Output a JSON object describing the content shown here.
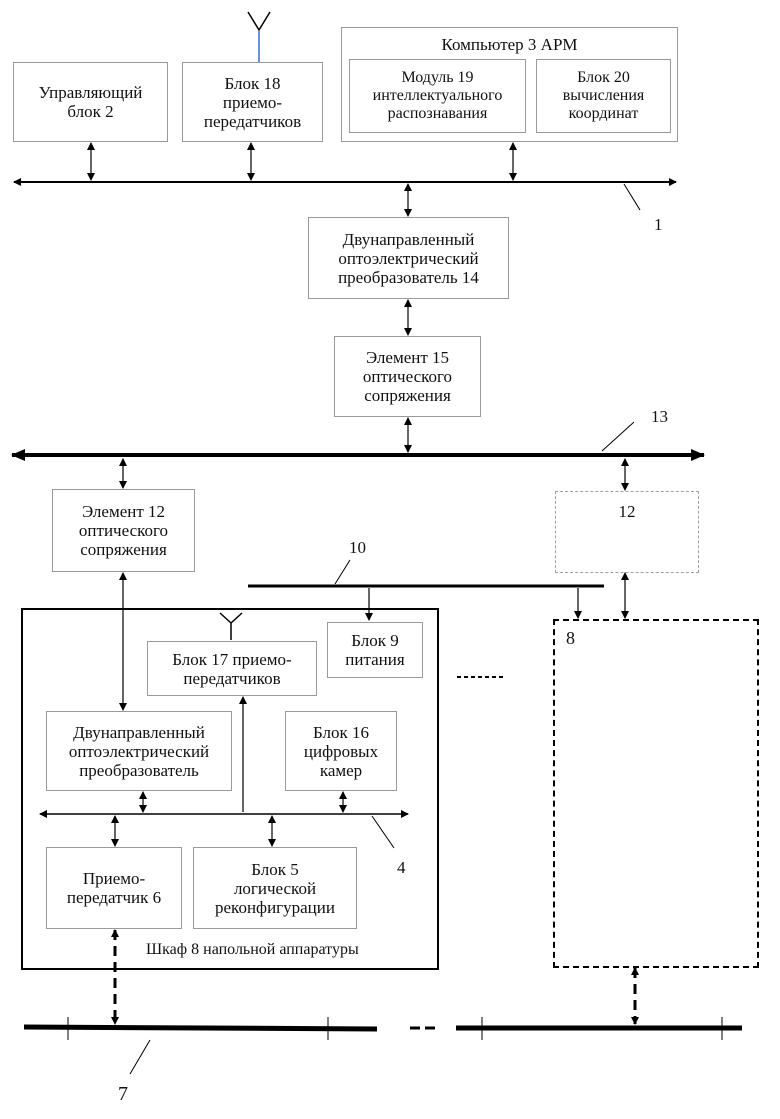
{
  "blocks": {
    "control": "Управляющий\nблок 2",
    "transceivers18": "Блок 18\nприемо-\nпередатчиков",
    "computer": "Компьютер 3 АРМ",
    "module19": "Модуль 19\nинтеллектуального\nраспознавания",
    "block20": "Блок 20\nвычисления\nкоординат",
    "converter14": "Двунаправленный\nоптоэлектрический\nпреобразователь 14",
    "element15": "Элемент 15\nоптического\nсопряжения",
    "element12": "Элемент 12\nоптического\nсопряжения",
    "element12b": "12",
    "power9": "Блок 9\nпитания",
    "transceivers17": "Блок 17 приемо-\nпередатчиков",
    "converter_inner": "Двунаправленный\nоптоэлектрический\nпреобразователь",
    "cameras16": "Блок 16\nцифровых\nкамер",
    "transceiver6": "Приемо-\nпередатчик 6",
    "reconfig5": "Блок 5\nлогической\nреконфигурации",
    "cabinet": "Шкаф 8 напольной аппаратуры",
    "cabinet2": "8"
  },
  "labels": {
    "bus1": "1",
    "bus13": "13",
    "bus10": "10",
    "bus4": "4",
    "line7": "7",
    "ellipsis": "--------"
  }
}
